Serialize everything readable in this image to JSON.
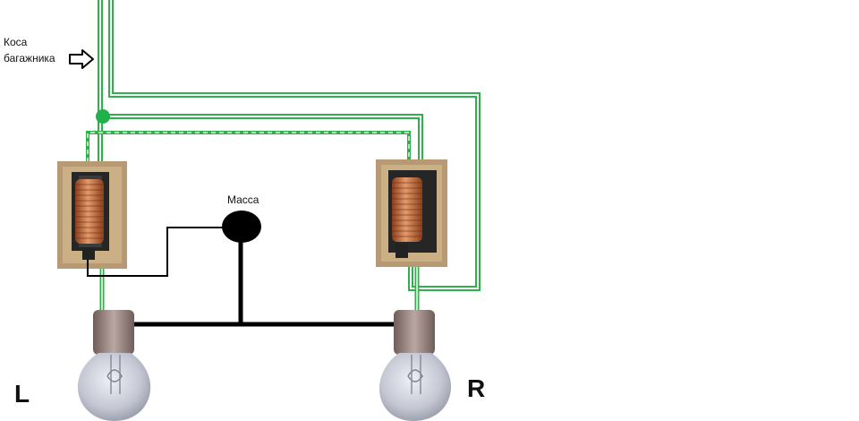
{
  "labels": {
    "harness_line1": "Коса",
    "harness_line2": "багажника",
    "ground": "Масса",
    "left": "L",
    "right": "R"
  },
  "colors": {
    "wire_green": "#2fb04a",
    "wire_dash": "#9fd3a8",
    "ground_black": "#000000",
    "node_green": "#22b04a",
    "coil_copper": "#c46a3a",
    "bulb_glass": "#c9ccd6",
    "bulb_base": "#8a7470"
  },
  "icons": {
    "arrow": "outline-right-arrow-icon",
    "relay": "relay-coil-icon",
    "bulb": "lamp-bulb-icon",
    "ground": "ground-blob-icon"
  }
}
